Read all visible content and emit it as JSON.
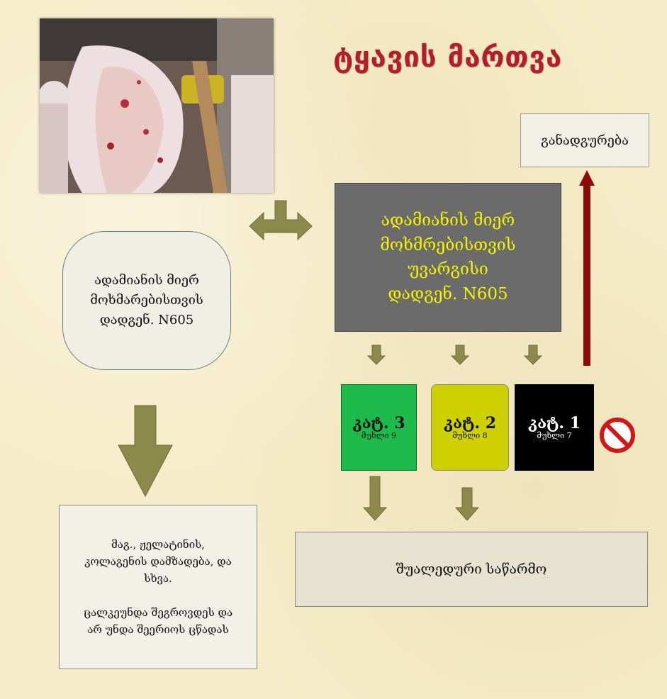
{
  "title": "ტყავის მართვა",
  "photo": {
    "icon": "slaughterhouse-hide-photo"
  },
  "destroy_box": {
    "label": "განადგურება"
  },
  "unfit_box": {
    "lines": [
      "ადამიანის მიერ",
      "მოხმრებისთვის",
      "უვარგისი",
      "დადგენ. N605"
    ]
  },
  "fit_box": {
    "lines": [
      "ადამიანის მიერ",
      "მოხმარებისთვის",
      "დადგენ. N605"
    ]
  },
  "categories": [
    {
      "label": "კატ. 3",
      "sub": "მუხლი 9",
      "color": "#1cbb4c"
    },
    {
      "label": "კატ. 2",
      "sub": "მუხლი 8",
      "color": "#cfd000"
    },
    {
      "label": "კატ. 1",
      "sub": "მუხლი 7",
      "color": "#000000"
    }
  ],
  "examples_box": {
    "lines": [
      "მაგ., ჟელატინის,",
      "კოლაგენის დამზადება, და",
      "სხვა."
    ],
    "note_lines": [
      "ცალკეუნდა შეგროვდეს და",
      "არ უნდა შეერიოს ცწადას"
    ]
  },
  "intermediate_box": {
    "label": "შუალედური საწარმო"
  },
  "prohibited": {
    "icon": "prohibited-icon"
  },
  "colors": {
    "title": "#b41e2a",
    "arrow_olive": "#8c8a4a",
    "arrow_red": "#8b0a0a"
  }
}
